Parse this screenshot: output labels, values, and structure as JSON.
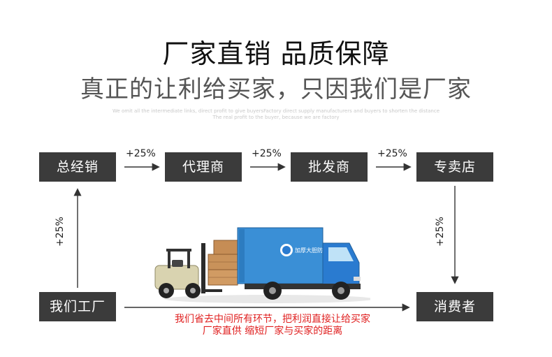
{
  "header": {
    "title": "厂家直销  品质保障",
    "subtitle": "真正的让利给买家，只因我们是厂家",
    "fine_line1": "We omit all the intermediate links, direct profit to give buyersFactory direct supply manufacturers and buyers to shorten the distance",
    "fine_line2": "The real profit to the buyer, because we are factory"
  },
  "chain": {
    "boxes": [
      "总经销",
      "代理商",
      "批发商",
      "专卖店"
    ],
    "markups": [
      "+25%",
      "+25%",
      "+25%"
    ],
    "left_markup": "+25%",
    "right_markup": "+25%",
    "factory": "我们工厂",
    "consumer": "消费者"
  },
  "truck": {
    "logo_text": "加厚大胆防爆"
  },
  "footer": {
    "line1": "我们省去中间所有环节，把利润直接让给买家",
    "line2": "厂家直供 缩短厂家与买家的距离"
  },
  "colors": {
    "box_bg": "#3b3b3b",
    "accent_red": "#e02020",
    "truck_blue": "#2a7bd0"
  }
}
